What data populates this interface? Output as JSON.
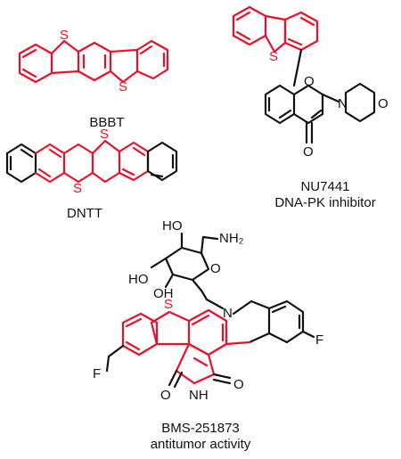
{
  "colors": {
    "highlight": "#e8102a",
    "structure": "#111111",
    "background": "#ffffff"
  },
  "compounds": [
    {
      "name": "BBBT",
      "subtitle": ""
    },
    {
      "name": "DNTT",
      "subtitle": ""
    },
    {
      "name": "NU7441",
      "subtitle": "DNA-PK inhibitor"
    },
    {
      "name": "BMS-251873",
      "subtitle": "antitumor activity"
    }
  ],
  "atoms": {
    "sulfur": "S",
    "oxygen": "O",
    "nitrogen": "N",
    "fluorine": "F",
    "nh": "NH",
    "hydroxyl_left": "HO",
    "hydroxyl_right": "OH",
    "amine": "NH₂"
  }
}
